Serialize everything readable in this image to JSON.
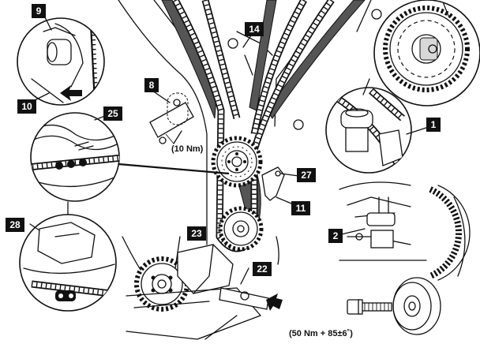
{
  "callouts": {
    "c9": "9",
    "c10": "10",
    "c14": "14",
    "c8": "8",
    "c25": "25",
    "c1": "1",
    "c27": "27",
    "c11": "11",
    "c28": "28",
    "c2": "2",
    "c23": "23",
    "c22": "22"
  },
  "torque_specs": {
    "tensioner_bolt": "(10 Nm)",
    "crank_bolt": "(50 Nm + 85±6˚)"
  },
  "colors": {
    "ink": "#111111",
    "paper": "#ffffff",
    "guide_shade": "#555555"
  }
}
